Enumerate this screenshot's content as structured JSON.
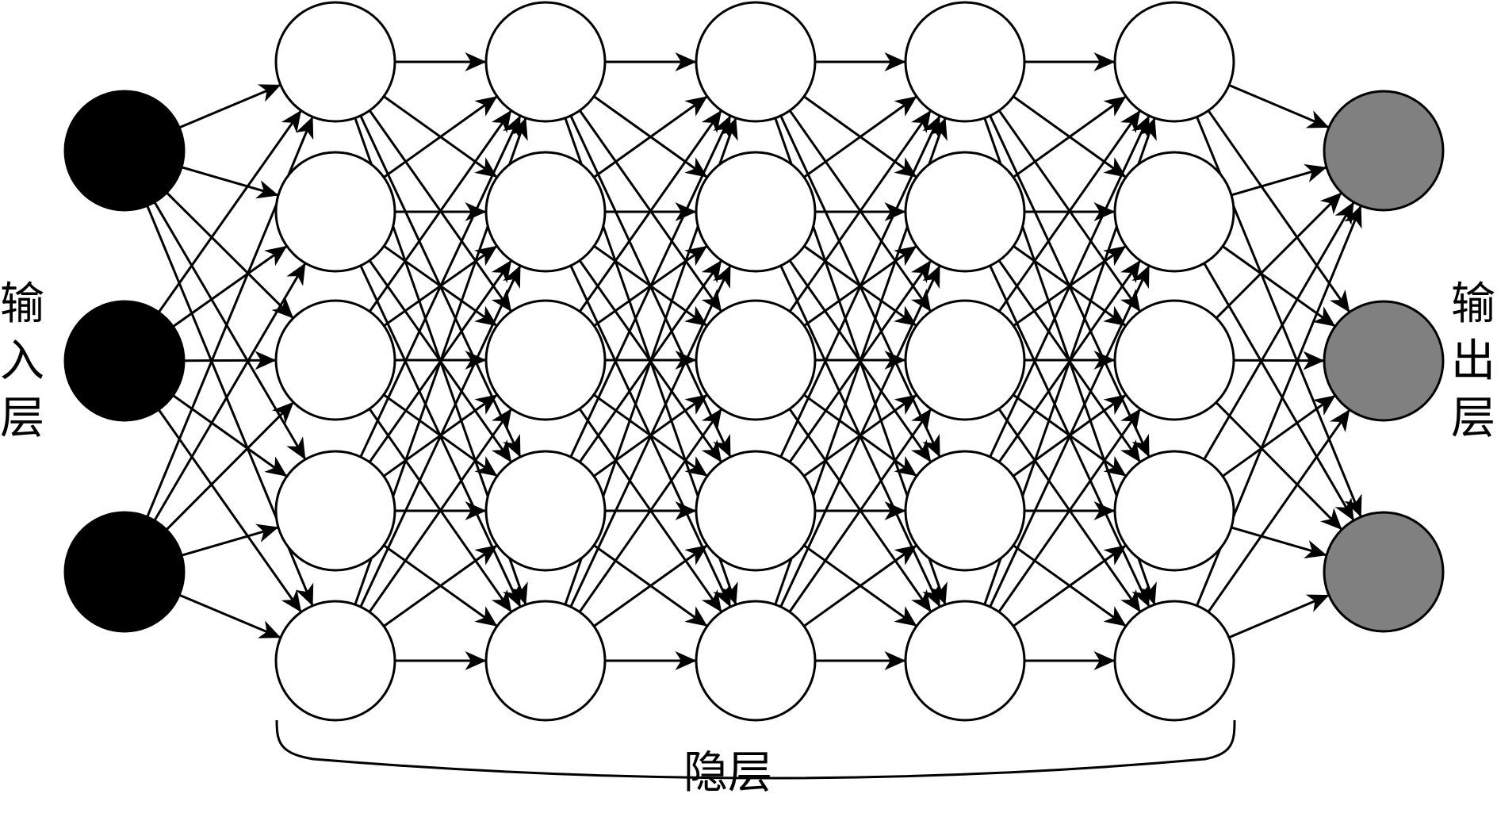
{
  "diagram": {
    "title": "",
    "input_label": "输入层",
    "output_label": "输出层",
    "hidden_label": "隐层",
    "colors": {
      "input_node": "#000000",
      "hidden_node": "#ffffff",
      "output_node": "#808080",
      "stroke": "#000000"
    },
    "layers": [
      {
        "role": "input",
        "nodes": 3
      },
      {
        "role": "hidden",
        "nodes": 5
      },
      {
        "role": "hidden",
        "nodes": 5
      },
      {
        "role": "hidden",
        "nodes": 5
      },
      {
        "role": "hidden",
        "nodes": 5
      },
      {
        "role": "hidden",
        "nodes": 5
      },
      {
        "role": "output",
        "nodes": 3
      }
    ],
    "connectivity": "fully-connected",
    "edge_style": "arrow"
  }
}
